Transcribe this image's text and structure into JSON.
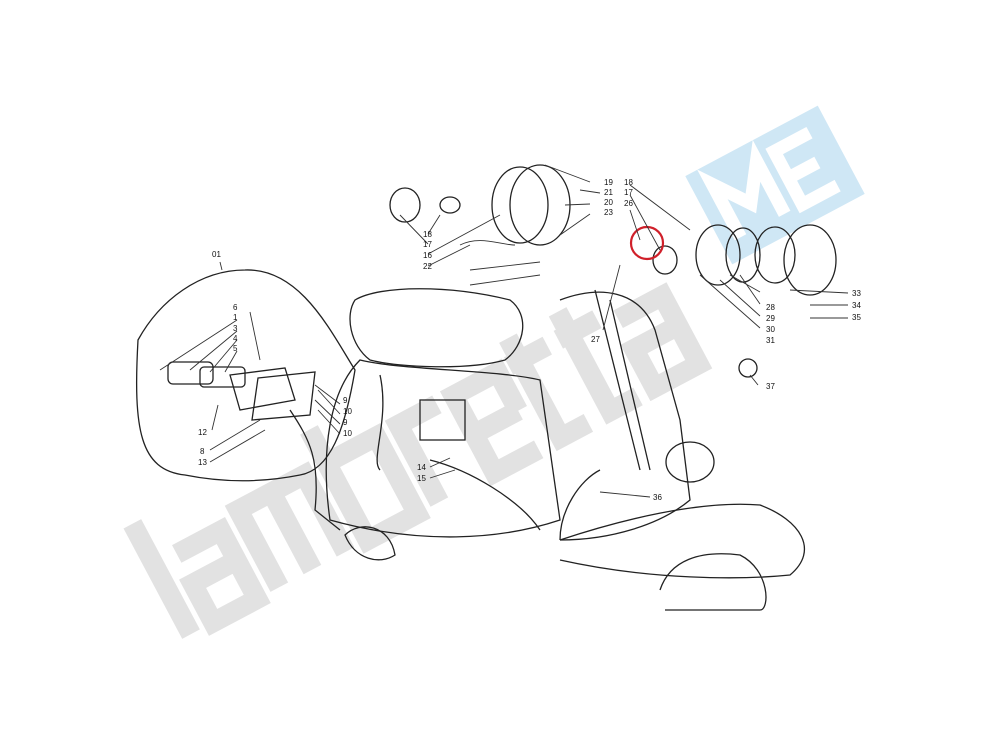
{
  "watermark": {
    "text": "lambretta",
    "logo": "ME",
    "logo_color": "#cfe7f5"
  },
  "highlight_color": "#d0202a",
  "callouts": {
    "c01": "01",
    "c6": "6",
    "c1": "1",
    "c3": "3",
    "c4": "4",
    "c5": "5",
    "c12": "12",
    "c8": "8",
    "c13": "13",
    "c9a": "9",
    "c10a": "10",
    "c9b": "9",
    "c10b": "10",
    "c14": "14",
    "c15": "15",
    "c18a": "18",
    "c17a": "17",
    "c16": "16",
    "c22": "22",
    "c19": "19",
    "c21": "21",
    "c20": "20",
    "c23": "23",
    "c18b": "18",
    "c17b": "17",
    "c26": "26",
    "c27": "27",
    "c28": "28",
    "c29": "29",
    "c30": "30",
    "c31": "31",
    "c33": "33",
    "c34": "34",
    "c35": "35",
    "c36": "36",
    "c37": "37"
  }
}
